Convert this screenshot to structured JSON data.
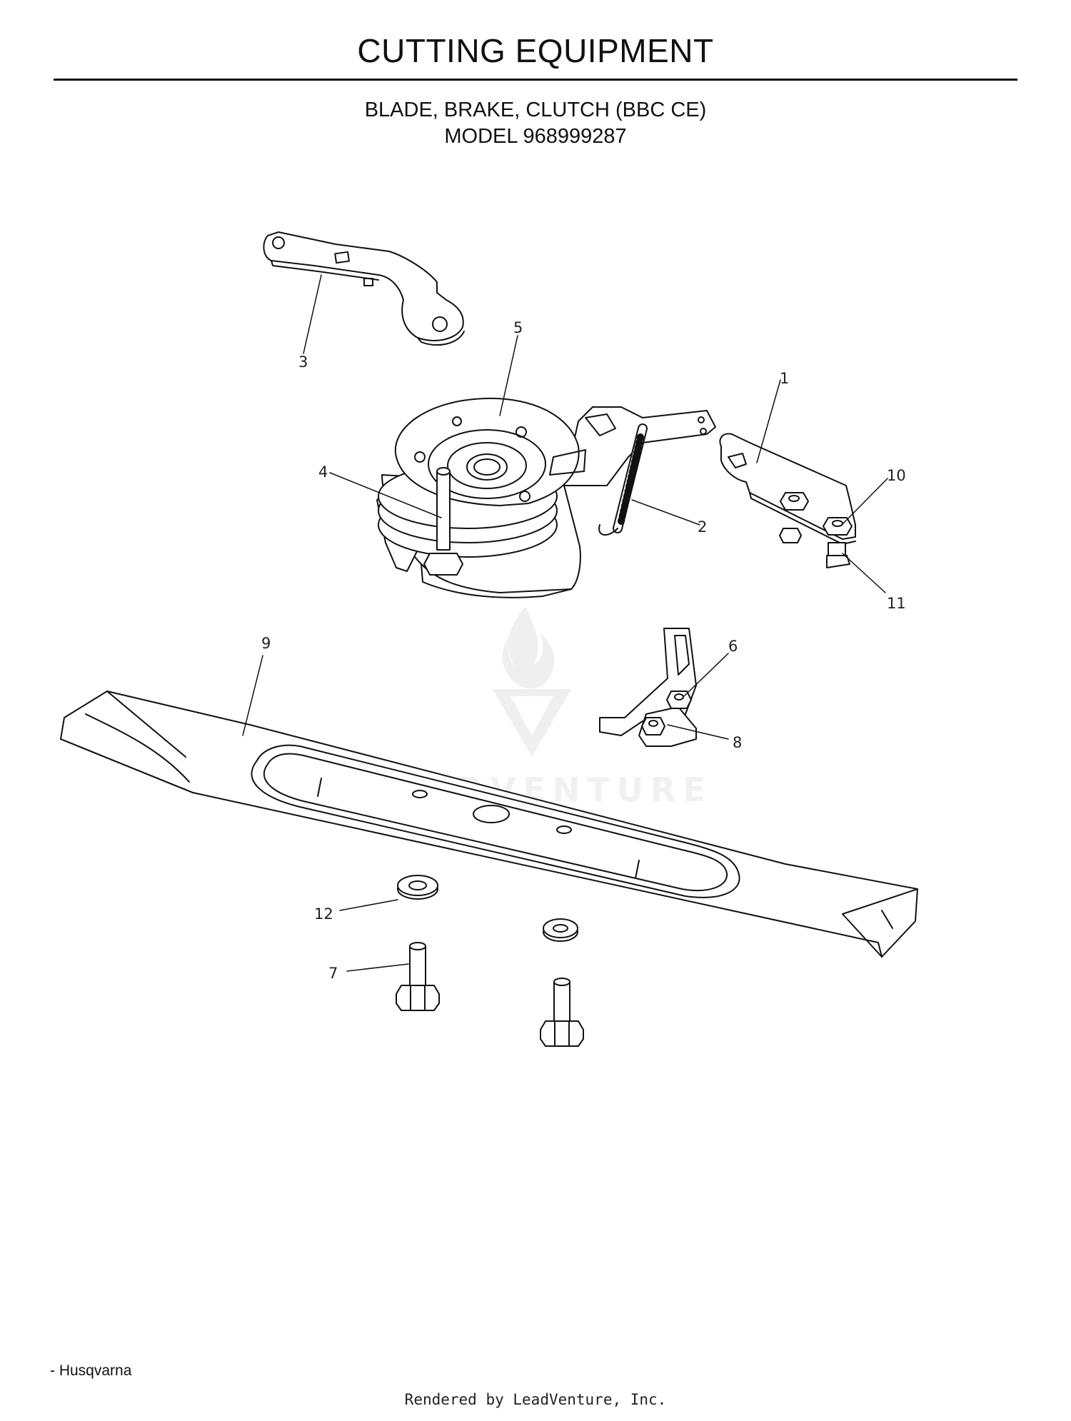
{
  "header": {
    "title": "CUTTING EQUIPMENT",
    "subtitle_line1": "BLADE, BRAKE, CLUTCH (BBC CE)",
    "subtitle_line2": "MODEL 968999287"
  },
  "callouts": {
    "c1": "1",
    "c2": "2",
    "c3": "3",
    "c4": "4",
    "c5": "5",
    "c6": "6",
    "c7": "7",
    "c8": "8",
    "c9": "9",
    "c10": "10",
    "c11": "11",
    "c12": "12"
  },
  "watermark": {
    "text": "LEADVENTURE"
  },
  "footer": {
    "brand": "- Husqvarna",
    "rendered_by": "Rendered by LeadVenture, Inc."
  },
  "colors": {
    "line": "#111111",
    "watermark": "#d8d8d8"
  }
}
